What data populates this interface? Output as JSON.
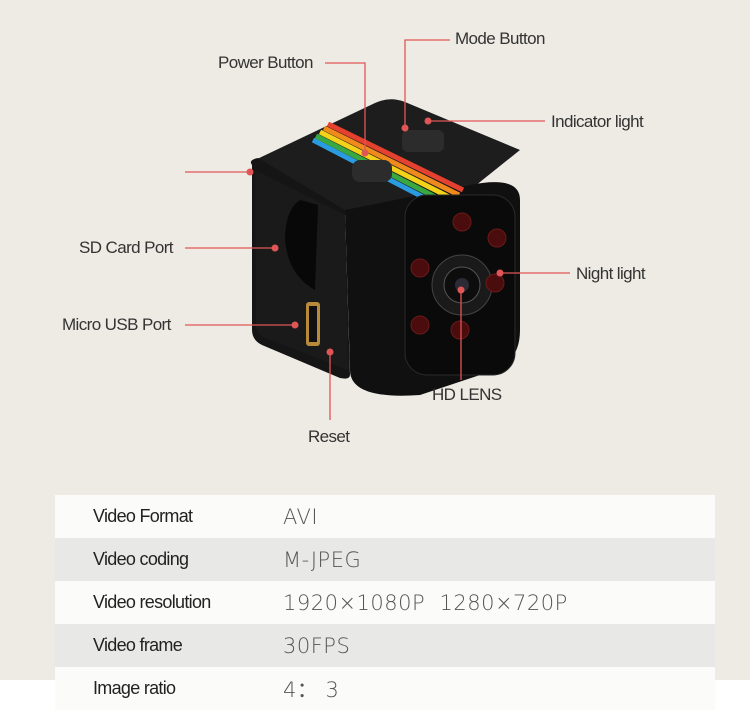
{
  "callouts": {
    "power_button": "Power Button",
    "mode_button": "Mode Button",
    "indicator_light": "Indicator light",
    "sd_card_port": "SD Card Port",
    "micro_usb_port": "Micro USB Port",
    "night_light": "Night light",
    "hd_lens": "HD LENS",
    "reset": "Reset"
  },
  "colors": {
    "callout": "#e05656",
    "background": "#eeebe4"
  },
  "specs": [
    {
      "label": "Video Format",
      "value": "AVI"
    },
    {
      "label": "Video coding",
      "value": "M-JPEG"
    },
    {
      "label": "Video resolution",
      "value": "1920×1080P  1280×720P"
    },
    {
      "label": "Video frame",
      "value": "30FPS"
    },
    {
      "label": "Image ratio",
      "value": "4： 3"
    }
  ]
}
